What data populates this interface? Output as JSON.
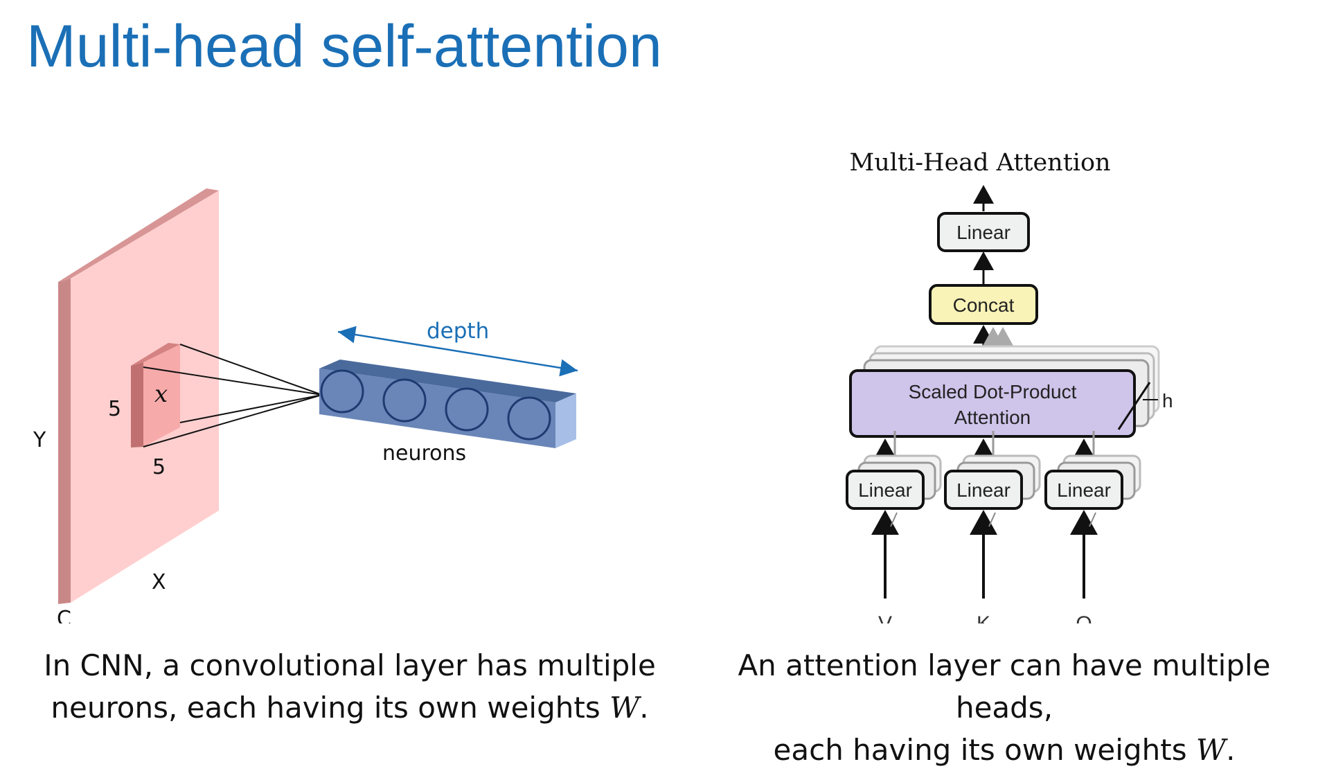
{
  "slide": {
    "title": "Multi-head self-attention",
    "accent_color": "#1a6fb6"
  },
  "cnn": {
    "label_y": "Y",
    "label_x": "X",
    "label_c": "C",
    "kernel_h": "5",
    "kernel_w": "5",
    "input_var": "x",
    "depth_label": "depth",
    "neurons_label": "neurons",
    "neuron_count": 4,
    "caption_line1": "In CNN, a convolutional layer has multiple",
    "caption_line2_prefix": "neurons, each having its own weights ",
    "caption_w": "W",
    "caption_suffix": "."
  },
  "attention": {
    "title": "Multi-Head Attention",
    "top_linear": "Linear",
    "concat": "Concat",
    "sdpa_line1": "Scaled Dot-Product",
    "sdpa_line2": "Attention",
    "heads_label": "h",
    "linear_v": "Linear",
    "linear_k": "Linear",
    "linear_q": "Linear",
    "input_v": "V",
    "input_k": "K",
    "input_q": "Q",
    "caption_line1": "An attention layer can have multiple heads,",
    "caption_line2_prefix": "each having its own weights ",
    "caption_w": "W",
    "caption_suffix": "."
  }
}
